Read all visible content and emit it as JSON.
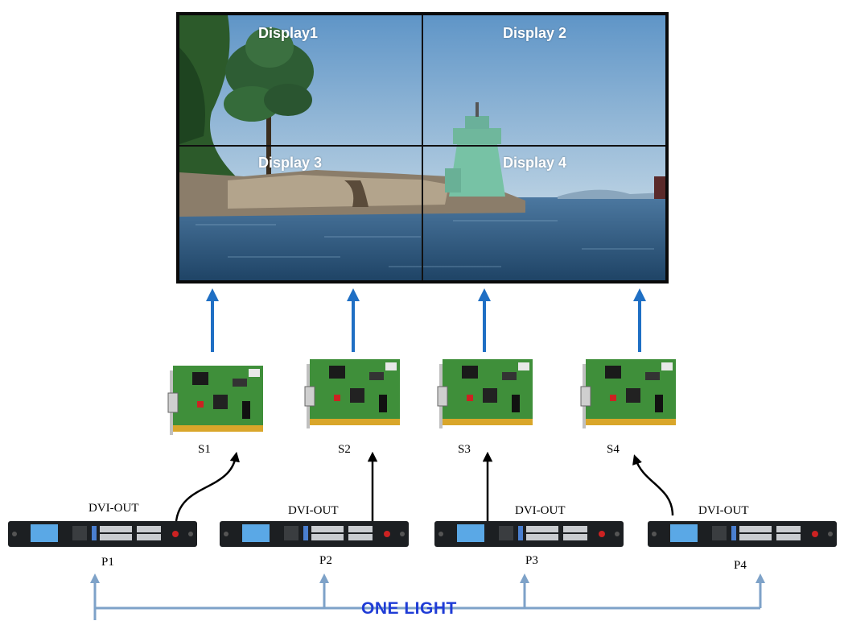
{
  "displays": [
    "Display1",
    "Display 2",
    "Display 3",
    "Display 4"
  ],
  "sending_cards": [
    "S1",
    "S2",
    "S3",
    "S4"
  ],
  "processors": [
    {
      "id": "P1",
      "output": "DVI-OUT"
    },
    {
      "id": "P2",
      "output": "DVI-OUT"
    },
    {
      "id": "P3",
      "output": "DVI-OUT"
    },
    {
      "id": "P4",
      "output": "DVI-OUT"
    }
  ],
  "sync_label": "ONE LIGHT",
  "colors": {
    "display_arrow": "#1f6fc4",
    "sync_line": "#7ea2c8",
    "card_arrow": "#000000",
    "sync_label": "#1f3cd6",
    "pcb_green": "#3f8f3a",
    "processor_body": "#1c1f22"
  }
}
